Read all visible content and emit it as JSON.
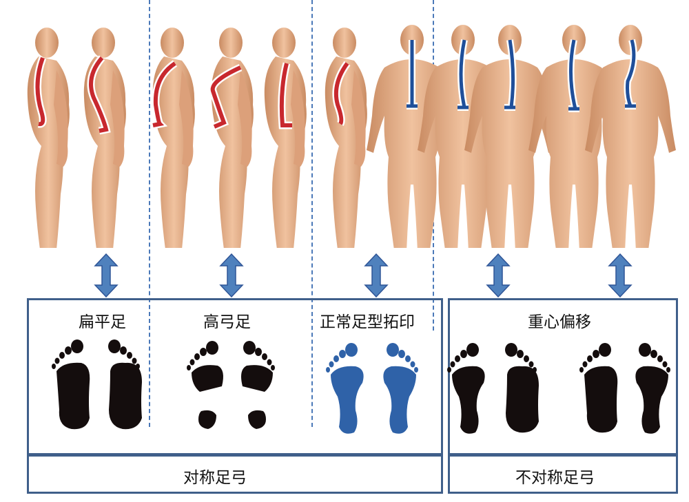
{
  "figures": {
    "row_top": [
      {
        "id": "side-1",
        "view": "side",
        "spine_color": "#c8282e",
        "group": "flat-foot"
      },
      {
        "id": "side-2",
        "view": "side",
        "spine_color": "#c8282e",
        "group": "flat-foot"
      },
      {
        "id": "side-3",
        "view": "side",
        "spine_color": "#c8282e",
        "group": "high-arch"
      },
      {
        "id": "side-4",
        "view": "side",
        "spine_color": "#c8282e",
        "group": "high-arch"
      },
      {
        "id": "side-5",
        "view": "side",
        "spine_color": "#c8282e",
        "group": "high-arch"
      },
      {
        "id": "side-6",
        "view": "side",
        "spine_color": "#c8282e",
        "group": "normal"
      },
      {
        "id": "back-1",
        "view": "back",
        "spine_color": "#1f4f9a",
        "group": "normal"
      },
      {
        "id": "back-2",
        "view": "back",
        "spine_color": "#1f4f9a",
        "group": "center-shift"
      },
      {
        "id": "back-3",
        "view": "back",
        "spine_color": "#1f4f9a",
        "group": "center-shift"
      },
      {
        "id": "back-4",
        "view": "back",
        "spine_color": "#1f4f9a",
        "group": "center-shift"
      },
      {
        "id": "back-5",
        "view": "back",
        "spine_color": "#1f4f9a",
        "group": "center-shift"
      }
    ]
  },
  "categories": {
    "flat_foot": "扁平足",
    "high_arch": "高弓足",
    "normal_print": "正常足型拓印",
    "center_shift": "重心偏移"
  },
  "groups": {
    "symmetric": "对称足弓",
    "asymmetric": "不对称足弓"
  },
  "colors": {
    "box_border": "#3f5f8a",
    "dash_line": "#4a78b8",
    "arrow_fill": "#4f81bd",
    "arrow_stroke": "#2f5597",
    "footprint_dark": "#140d0d",
    "footprint_blue": "#2f62a8",
    "skin": "#e7b08a",
    "spine_red": "#c8282e",
    "spine_blue": "#1f4f9a"
  }
}
